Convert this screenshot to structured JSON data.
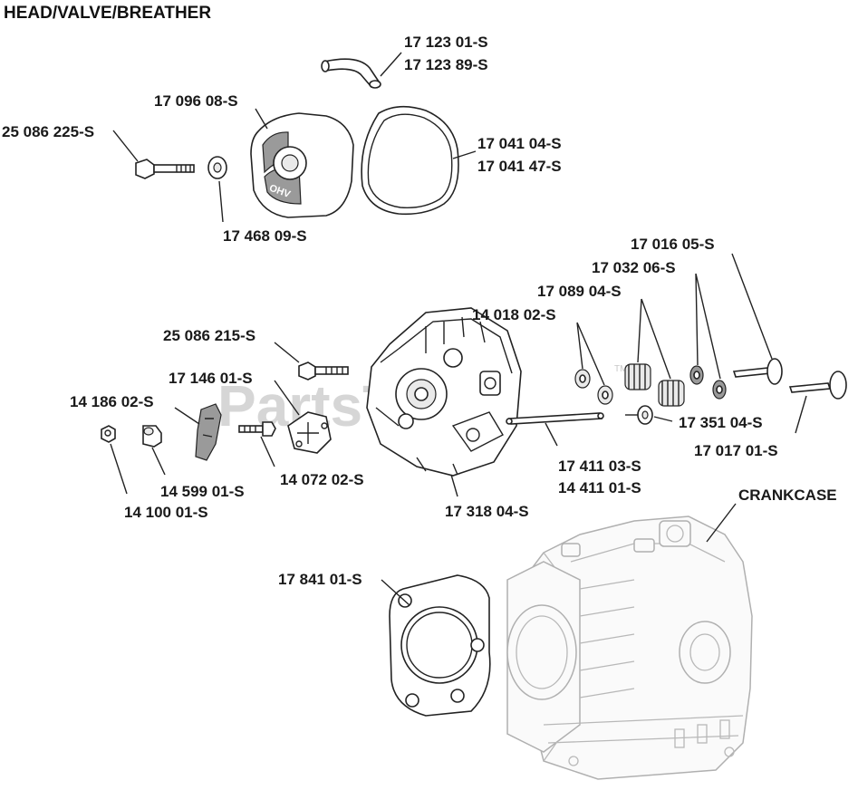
{
  "title": "HEAD/VALVE/BREATHER",
  "watermark": {
    "brand": "PartsTree",
    "trademark": "TM"
  },
  "labels": {
    "tube_1": "17 123 01-S",
    "tube_2": "17 123 89-S",
    "cover": "17 096 08-S",
    "cover_bolt": "25 086 225-S",
    "gasket_1": "17 041 04-S",
    "gasket_2": "17 041 47-S",
    "washer": "17 468 09-S",
    "valve_spring_retainer_top": "17 016 05-S",
    "spring_cap": "17 032 06-S",
    "spring": "17 089 04-S",
    "retainer": "14 018 02-S",
    "head_bolt": "25 086 215-S",
    "rocker_stud": "17 146 01-S",
    "rocker_arm": "14 186 02-S",
    "guide_plate": "14 072 02-S",
    "pivot": "14 599 01-S",
    "nut": "14 100 01-S",
    "push_rod_1": "17 411 03-S",
    "push_rod_2": "14 411 01-S",
    "cylinder_head": "17 318 04-S",
    "valve_seal": "17 351 04-S",
    "valve": "17 017 01-S",
    "crankcase": "CRANKCASE",
    "head_gasket": "17 841 01-S"
  },
  "colors": {
    "line": "#222222",
    "watermark": "#d6d6d6",
    "crankcase": "#b0b0b0"
  }
}
